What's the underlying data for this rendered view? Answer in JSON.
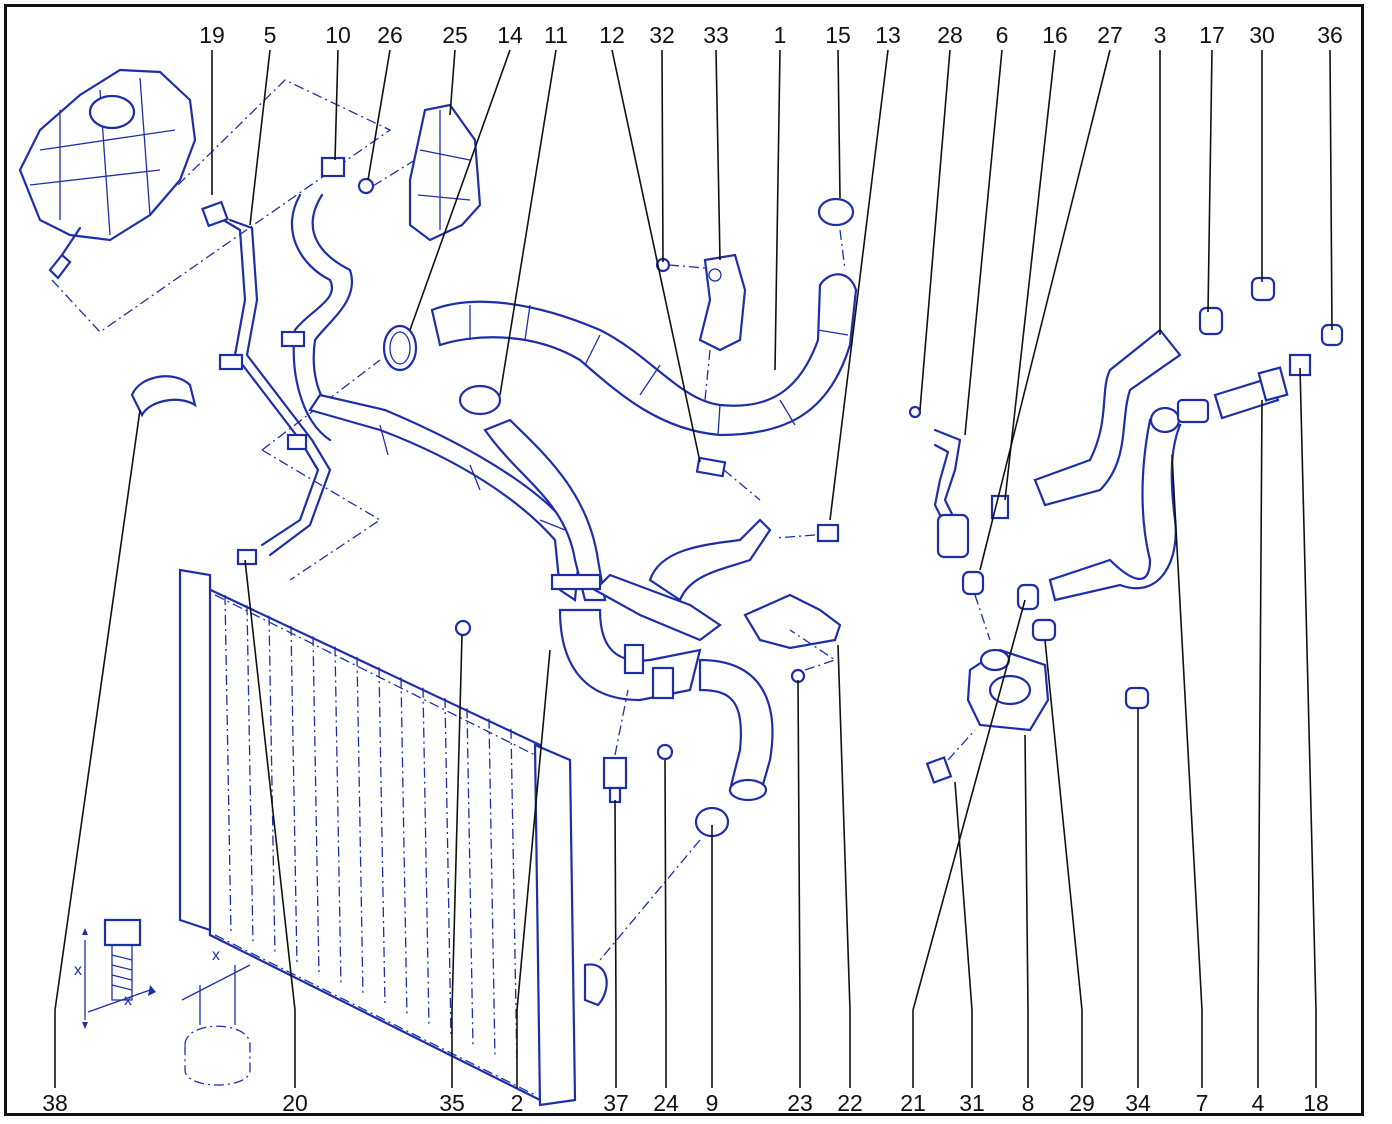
{
  "diagram": {
    "accent_color": "#1d2fa8",
    "leader_color": "#111111",
    "top_labels": [
      "19",
      "5",
      "10",
      "26",
      "25",
      "14",
      "11",
      "12",
      "32",
      "33",
      "1",
      "15",
      "13",
      "28",
      "6",
      "16",
      "27",
      "3",
      "17",
      "30",
      "36"
    ],
    "bottom_labels": [
      "38",
      "20",
      "35",
      "2",
      "37",
      "24",
      "9",
      "23",
      "22",
      "21",
      "31",
      "8",
      "29",
      "34",
      "7",
      "4",
      "18"
    ],
    "inset_labels": {
      "x_marker": "x"
    }
  }
}
